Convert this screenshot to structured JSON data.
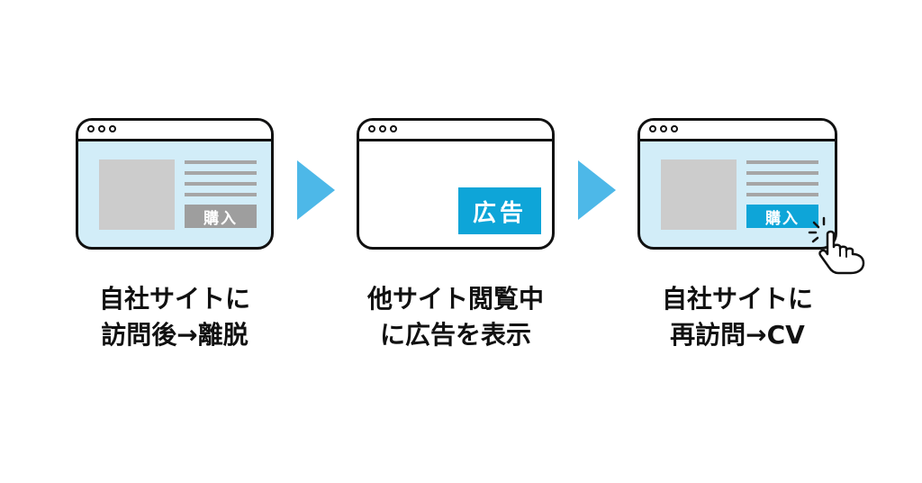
{
  "colors": {
    "accent_blue": "#0ea5d8",
    "arrow_blue": "#4db8e8",
    "window_fill_blue": "#d2edf8",
    "placeholder_gray": "#cccccc",
    "text_line_gray": "#a6a6a6",
    "button_gray": "#9e9e9e",
    "outline": "#111111"
  },
  "steps": [
    {
      "button_label": "購入",
      "caption_line1": "自社サイトに",
      "caption_line2": "訪問後→離脱"
    },
    {
      "ad_label": "広告",
      "caption_line1": "他サイト閲覧中",
      "caption_line2": "に広告を表示"
    },
    {
      "button_label": "購入",
      "caption_line1": "自社サイトに",
      "caption_line2": "再訪問→CV"
    }
  ],
  "icons": {
    "flow_arrow": "triangle-right-icon",
    "cursor": "pointing-hand-click-icon"
  }
}
